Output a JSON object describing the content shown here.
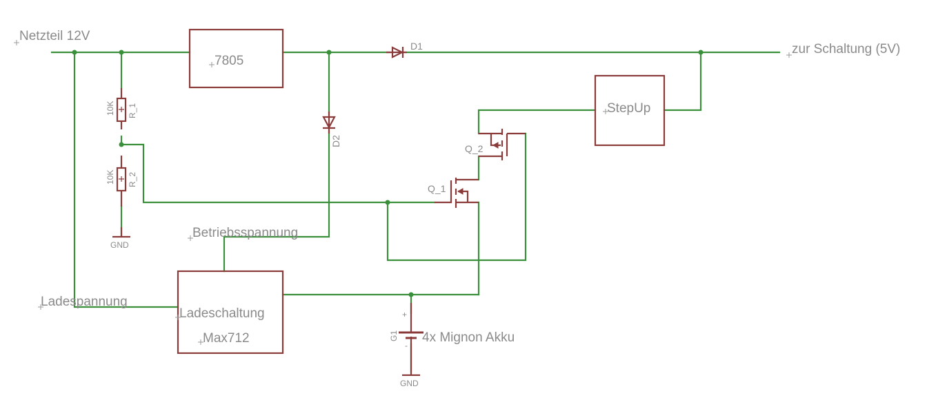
{
  "labels": {
    "netzteil": "Netzteil 12V",
    "zur_schaltung": "zur Schaltung (5V)",
    "betriebsspannung": "Betriebsspannung",
    "ladespannung": "Ladespannung"
  },
  "components": {
    "regulator": {
      "name": "7805"
    },
    "stepup": {
      "name": "StepUp"
    },
    "charger": {
      "name": "Ladeschaltung",
      "value": "Max712"
    },
    "r1": {
      "name": "R_1",
      "value": "10K"
    },
    "r2": {
      "name": "R_2",
      "value": "10K"
    },
    "d1": {
      "name": "D1"
    },
    "d2": {
      "name": "D2"
    },
    "q1": {
      "name": "Q_1"
    },
    "q2": {
      "name": "Q_2"
    },
    "battery": {
      "name": "G1",
      "value": "4x Mignon Akku",
      "plus": "+",
      "minus": "-"
    },
    "gnd1": {
      "name": "GND"
    },
    "gnd2": {
      "name": "GND"
    }
  },
  "colors": {
    "wire": "#3a8f3a",
    "part": "#8b3a3a",
    "label": "#8a8a8a"
  }
}
